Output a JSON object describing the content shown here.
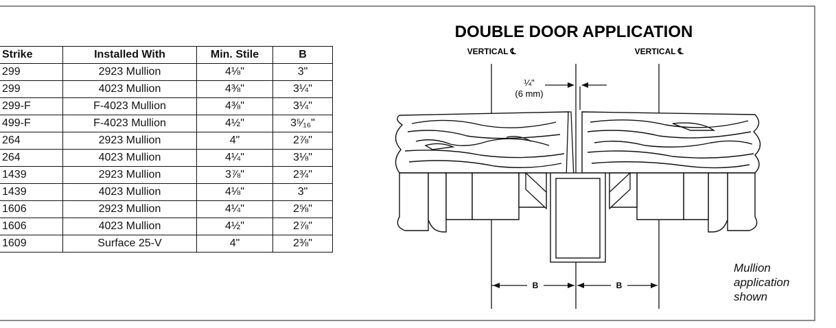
{
  "table": {
    "headers": [
      "Strike",
      "Installed With",
      "Min. Stile",
      "B"
    ],
    "rows": [
      [
        "299",
        "2923 Mullion",
        "4⅛\"",
        "3\""
      ],
      [
        "299",
        "4023 Mullion",
        "4⅜\"",
        "3¼\""
      ],
      [
        "299-F",
        "F-4023 Mullion",
        "4⅜\"",
        "3¼\""
      ],
      [
        "499-F",
        "F-4023 Mullion",
        "4½\"",
        "3⁵⁄₁₆\""
      ],
      [
        "264",
        "2923 Mullion",
        "4\"",
        "2⅞\""
      ],
      [
        "264",
        "4023 Mullion",
        "4¼\"",
        "3⅛\""
      ],
      [
        "1439",
        "2923 Mullion",
        "3⅞\"",
        "2¾\""
      ],
      [
        "1439",
        "4023 Mullion",
        "4⅛\"",
        "3\""
      ],
      [
        "1606",
        "2923 Mullion",
        "4¼\"",
        "2⅝\""
      ],
      [
        "1606",
        "4023 Mullion",
        "4½\"",
        "2⅞\""
      ],
      [
        "1609",
        "Surface 25-V",
        "4\"",
        "2⅜\""
      ]
    ]
  },
  "diagram": {
    "title": "DOUBLE DOOR APPLICATION",
    "centerline_left": "VERTICAL ℄",
    "centerline_right": "VERTICAL ℄",
    "gap_fraction": "¼\"",
    "gap_metric": "(6 mm)",
    "dim_left": "B",
    "dim_right": "B"
  },
  "note": [
    "Mullion",
    "application",
    "shown"
  ]
}
